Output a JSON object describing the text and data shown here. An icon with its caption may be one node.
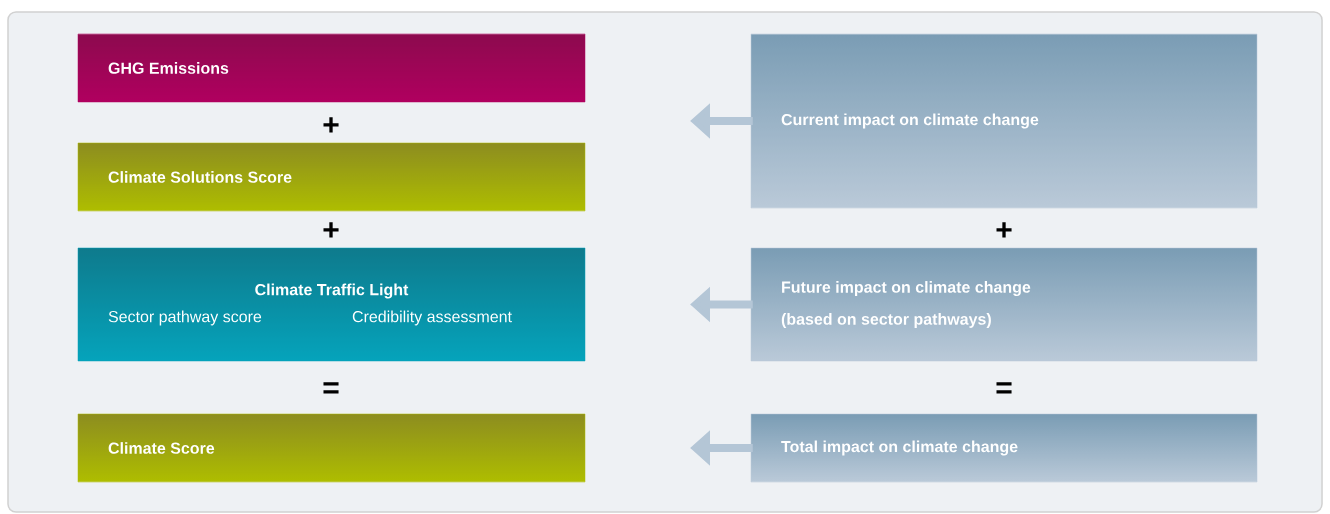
{
  "diagram": {
    "nodes": [
      {
        "text": [
          "GHG Emissions"
        ]
      },
      {
        "text": [
          "Climate Solutions Score"
        ]
      },
      {
        "text": [
          "Climate Traffic Light",
          "Sector pathway score",
          "Credibility assessment"
        ]
      },
      {
        "text": [
          "Climate Score"
        ]
      },
      {
        "text": [
          "Current impact on climate change"
        ]
      },
      {
        "text": [
          "Future impact on climate change (based on sector pathways)"
        ]
      },
      {
        "text": [
          "Total impact on climate change"
        ]
      }
    ],
    "edges": [
      {
        "from": 4,
        "to": null,
        "arrow": "to"
      },
      {
        "from": 5,
        "to": null,
        "arrow": "to"
      },
      {
        "from": 6,
        "to": null,
        "arrow": "to"
      }
    ],
    "labels": [
      "+",
      "+",
      "+",
      "=",
      "="
    ]
  }
}
